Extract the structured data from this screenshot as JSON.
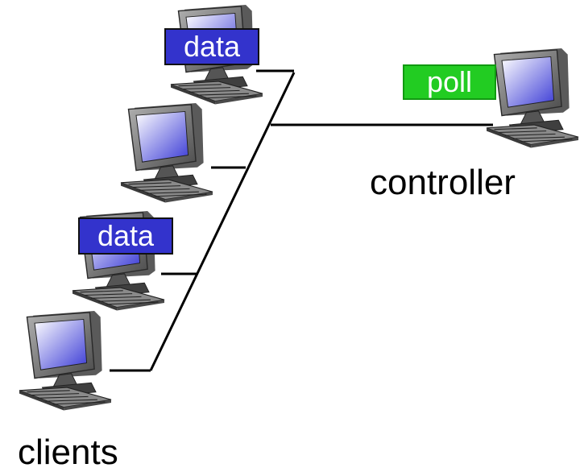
{
  "diagram": {
    "controller": {
      "caption": "controller",
      "message_label": "poll",
      "icon": "desktop-computer-icon"
    },
    "clients": {
      "caption": "clients",
      "items": [
        {
          "message_label": "data",
          "icon": "desktop-computer-icon"
        },
        {
          "message_label": "",
          "icon": "desktop-computer-icon"
        },
        {
          "message_label": "data",
          "icon": "desktop-computer-icon"
        },
        {
          "message_label": "",
          "icon": "desktop-computer-icon"
        }
      ]
    },
    "colors": {
      "data_tag": "#3333cc",
      "poll_tag": "#22cc22",
      "screen_gradient_light": "#ffffff",
      "screen_gradient_dark": "#3b3bd6",
      "computer_body": "#6f6f6f",
      "bus_line": "#000000"
    }
  }
}
